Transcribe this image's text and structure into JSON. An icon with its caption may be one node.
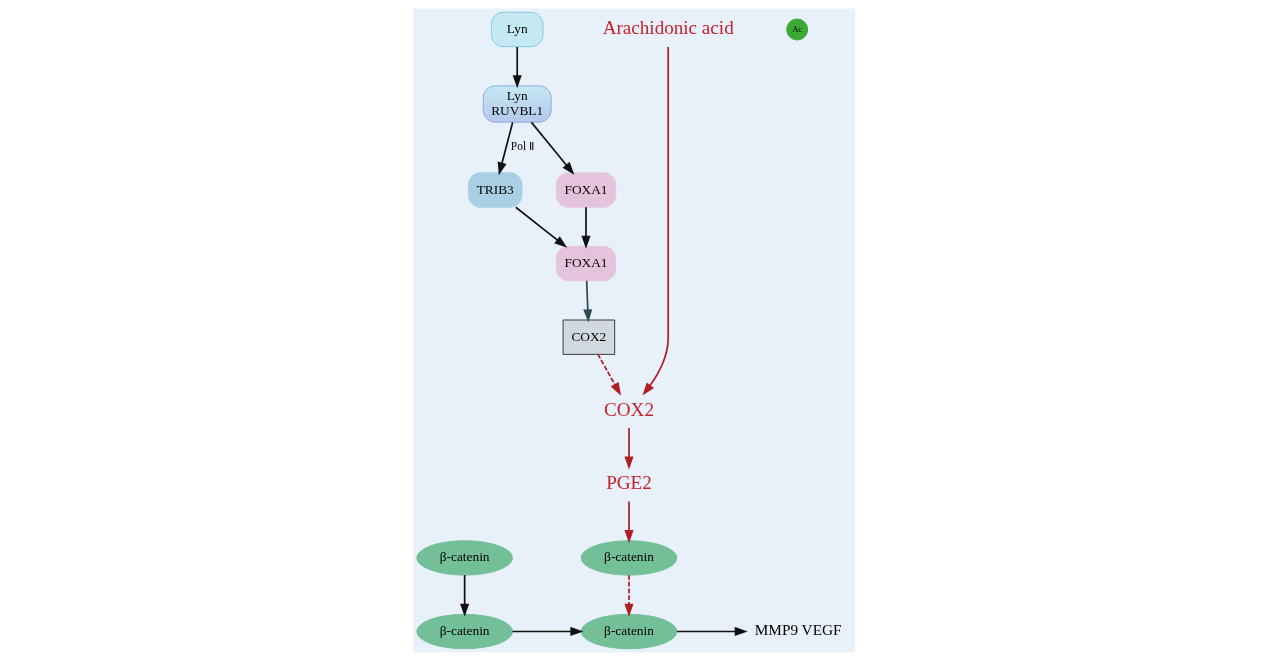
{
  "diagram": {
    "nodes": [
      {
        "text": [
          "Lyn"
        ]
      },
      {
        "text": [
          "Lyn",
          "RUVBL1"
        ]
      },
      {
        "text": [
          "TRIB3"
        ]
      },
      {
        "text": [
          "β-catenin"
        ]
      },
      {
        "text": [
          "FOXA1"
        ]
      },
      {
        "text": [
          "FOXA1"
        ]
      },
      {
        "text": [
          "COX2"
        ]
      },
      {
        "text": [
          "Arachidonic acid"
        ]
      },
      {
        "text": [
          "COX2"
        ]
      },
      {
        "text": [
          "PGE2"
        ]
      },
      {
        "text": [
          "β-catenin"
        ]
      },
      {
        "text": [
          "β-catenin"
        ]
      },
      {
        "text": [
          "β-catenin"
        ]
      },
      {
        "text": [
          "MMP9 VEGF"
        ]
      },
      {
        "text": [
          "Ac"
        ]
      }
    ],
    "edges": [
      {
        "from": 0,
        "to": 1,
        "arrow": "to"
      },
      {
        "from": 1,
        "to": 4,
        "arrow": "to"
      },
      {
        "from": 1,
        "to": 2,
        "arrow": "to",
        "label": "Pol Ⅱ"
      },
      {
        "from": 2,
        "to": 5,
        "arrow": "to"
      },
      {
        "from": 4,
        "to": 5,
        "arrow": "to"
      },
      {
        "from": 3,
        "to": 11,
        "arrow": "to"
      },
      {
        "from": 5,
        "to": 6,
        "arrow": "to",
        "color": "#2f4b52"
      },
      {
        "from": 6,
        "to": 8,
        "arrow": "to",
        "style": "dashed",
        "color": "#b01e24"
      },
      {
        "from": 7,
        "to": 8,
        "arrow": "to",
        "color": "#b01e24"
      },
      {
        "from": 8,
        "to": 9,
        "arrow": "to",
        "color": "#b01e24"
      },
      {
        "from": 9,
        "to": 10,
        "arrow": "to",
        "color": "#b01e24"
      },
      {
        "from": 10,
        "to": 12,
        "arrow": "to",
        "style": "dashed",
        "color": "#b01e24"
      },
      {
        "from": 11,
        "to": 12,
        "arrow": "to"
      },
      {
        "from": 12,
        "to": 13,
        "arrow": "to"
      }
    ]
  }
}
